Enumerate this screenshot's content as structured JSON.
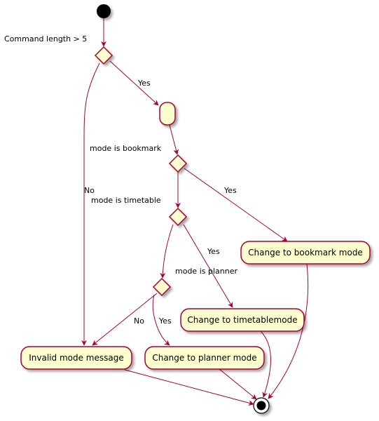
{
  "colors": {
    "edge": "#A80036",
    "node_fill": "#FEFECE",
    "start_fill": "#000000",
    "shadow": "#888888"
  },
  "conditions": {
    "command_length": "Command length > 5",
    "bookmark": "mode is bookmark",
    "timetable": "mode is timetable",
    "planner": "mode is planner"
  },
  "edge_labels": {
    "yes_command": "Yes",
    "no_command": "No",
    "yes_bookmark": "Yes",
    "yes_timetable": "Yes",
    "yes_planner": "Yes",
    "no_planner": "No"
  },
  "nodes": {
    "unnamed_activity": "",
    "bookmark_mode": "Change to bookmark mode",
    "timetable_mode": "Change to timetablemode",
    "planner_mode": "Change to planner mode",
    "invalid_mode": "Invalid mode message"
  }
}
